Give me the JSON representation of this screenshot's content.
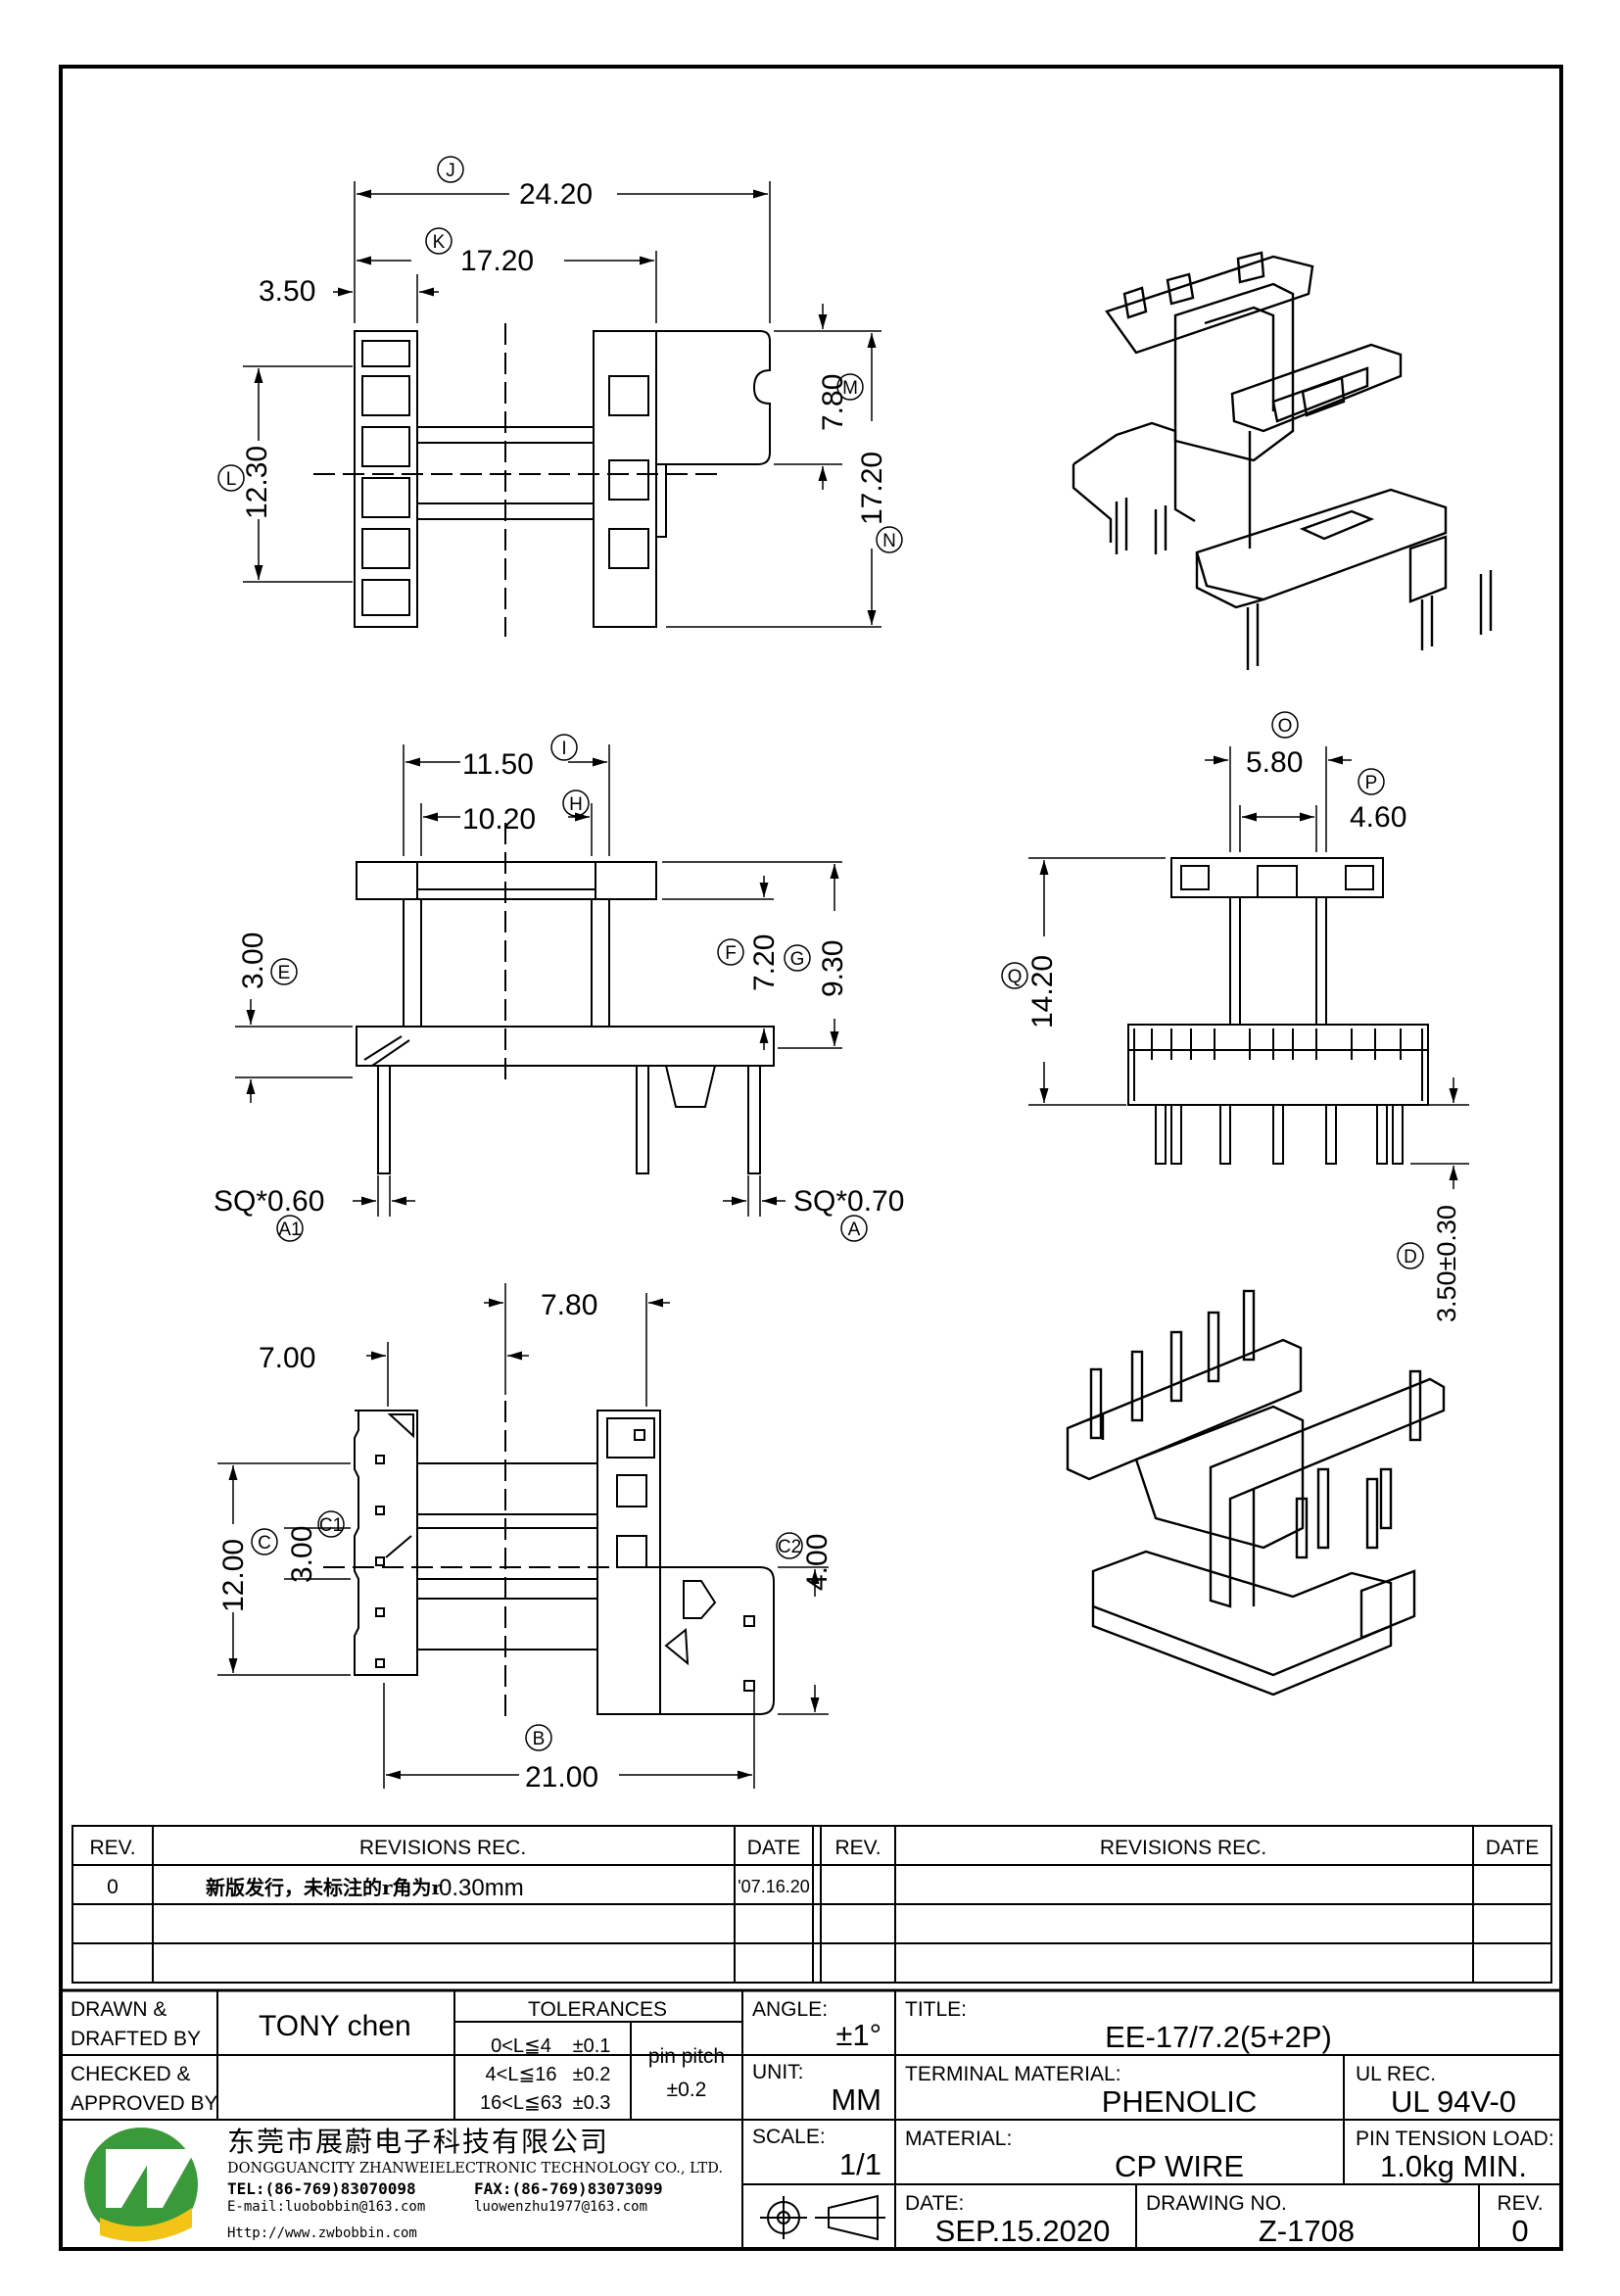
{
  "views": {
    "top": {
      "dims": {
        "J_val": "24.20",
        "J_tag": "J",
        "K_val": "17.20",
        "K_tag": "K",
        "w350": "3.50",
        "L_val": "12.30",
        "L_tag": "L",
        "M_val": "7.80",
        "M_tag": "M",
        "N_val": "17.20",
        "N_tag": "N"
      }
    },
    "front": {
      "dims": {
        "I_val": "11.50",
        "I_tag": "I",
        "H_val": "10.20",
        "H_tag": "H",
        "E_val": "3.00",
        "E_tag": "E",
        "F_val": "7.20",
        "F_tag": "F",
        "G_val": "9.30",
        "G_tag": "G",
        "sq060": "SQ*0.60",
        "A1_tag": "A1",
        "sq070": "SQ*0.70",
        "A_tag": "A"
      }
    },
    "side": {
      "dims": {
        "O_val": "5.80",
        "O_tag": "O",
        "P_val": "4.60",
        "P_tag": "P",
        "Q_val": "14.20",
        "Q_tag": "Q",
        "D_val": "3.50±0.30",
        "D_tag": "D"
      }
    },
    "bottom": {
      "dims": {
        "w780": "7.80",
        "w700": "7.00",
        "C_val": "12.00",
        "C_tag": "C",
        "C1_val": "3.00",
        "C1_tag": "C1",
        "C2_val": "4.00",
        "C2_tag": "C2",
        "B_val": "21.00",
        "B_tag": "B"
      }
    }
  },
  "revisions": {
    "left": {
      "rev_header": "REV.",
      "rec_header": "REVISIONS   REC.",
      "date_header": "DATE"
    },
    "right": {
      "rev_header": "REV.",
      "rec_header": "REVISIONS   REC.",
      "date_header": "DATE"
    },
    "rows": [
      {
        "rev": "0",
        "note": "新版发行，未标注的r角为r",
        "note_value": "0.30mm",
        "date": "'07.16.20"
      }
    ]
  },
  "title_block": {
    "drawn_label_1": "DRAWN  &",
    "drawn_label_2": "DRAFTED  BY",
    "drawn_by": "TONY  chen",
    "checked_label_1": "CHECKED  &",
    "checked_label_2": "APPROVED  BY",
    "tolerances_label": "TOLERANCES",
    "tol_rows": [
      {
        "range": "0<L≦4",
        "tol": "±0.1"
      },
      {
        "range": "4<L≦16",
        "tol": "±0.2"
      },
      {
        "range": "16<L≦63",
        "tol": "±0.3"
      }
    ],
    "pin_pitch_label": "pin  pitch",
    "pin_pitch_tol": "±0.2",
    "angle_label": "ANGLE:",
    "angle_value": "±1°",
    "unit_label": "UNIT:",
    "unit_value": "MM",
    "scale_label": "SCALE:",
    "scale_value": "1/1",
    "title_label": "TITLE:",
    "title_value": "EE-17/7.2(5+2P)",
    "terminal_label": "TERMINAL  MATERIAL:",
    "terminal_value": "PHENOLIC",
    "ul_label": "UL  REC.",
    "ul_value": "UL  94V-0",
    "material_label": "MATERIAL:",
    "material_value": "CP  WIRE",
    "pin_tension_label": "PIN  TENSION  LOAD:",
    "pin_tension_value": "1.0kg  MIN.",
    "date_label": "DATE:",
    "date_value": "SEP.15.2020",
    "drawing_no_label": "DRAWING  NO.",
    "drawing_no_value": "Z-1708",
    "rev_label": "REV.",
    "rev_value": "0"
  },
  "company": {
    "name_cn": "东莞市展蔚电子科技有限公司",
    "name_en": "DONGGUANCITY  ZHANWEIELECTRONIC  TECHNOLOGY  CO., LTD.",
    "tel": "TEL:(86-769)83070098",
    "fax": "FAX:(86-769)83073099",
    "email": "E-mail:luobobbin@163.com",
    "email2": "luowenzhu1977@163.com",
    "web": "Http://www.zwbobbin.com"
  },
  "colors": {
    "logo_green": "#3a9a3a",
    "logo_yellow": "#f2c418",
    "ink": "#000000"
  }
}
